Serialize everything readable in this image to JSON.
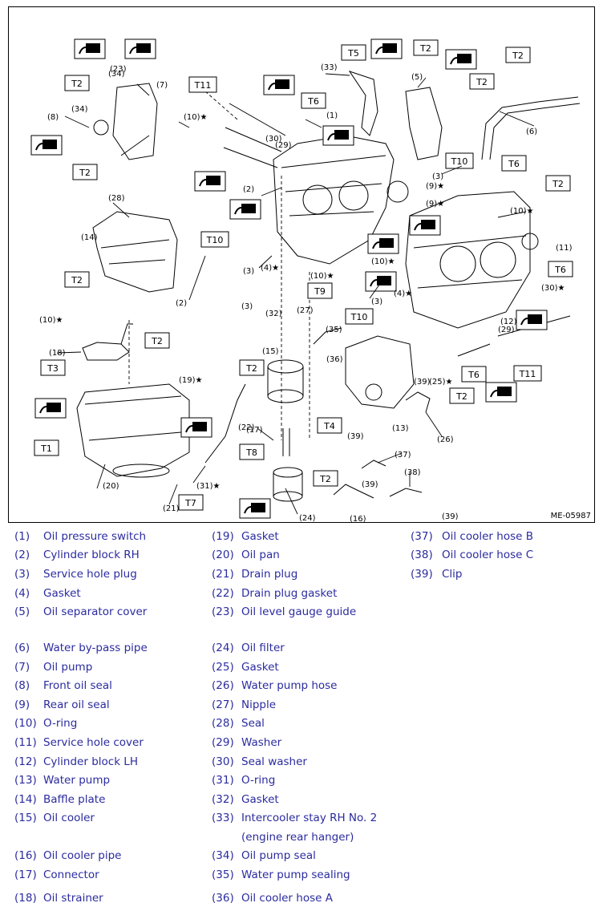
{
  "figure": {
    "code": "ME-05987",
    "boxes": [
      "T2",
      "T2",
      "T2",
      "T11",
      "T6",
      "T5",
      "T2",
      "T2",
      "T2",
      "T10",
      "T6",
      "T2",
      "T10",
      "T6",
      "T9",
      "T10",
      "T2",
      "T3",
      "T2",
      "T1",
      "T8",
      "T7",
      "T2",
      "T4",
      "T6",
      "T11",
      "T2"
    ],
    "callouts": [
      "(1)",
      "(2)",
      "(2)",
      "(3)",
      "(3)",
      "(3)",
      "(3)",
      "(4)★",
      "(4)★",
      "(5)",
      "(6)",
      "(7)",
      "(8)",
      "(9)★",
      "(9)★",
      "(10)★",
      "(10)★",
      "(10)★",
      "(10)★",
      "(10)★",
      "(11)",
      "(12)",
      "(13)",
      "(14)",
      "(15)",
      "(16)",
      "(17)",
      "(18)",
      "(19)★",
      "(20)",
      "(21)",
      "(22)",
      "(23)",
      "(24)",
      "(25)★",
      "(26)",
      "(27)",
      "(28)",
      "(29)",
      "(29)",
      "(30)",
      "(30)★",
      "(31)★",
      "(32)",
      "(33)",
      "(34)",
      "(34)",
      "(35)",
      "(36)",
      "(37)",
      "(38)",
      "(39)",
      "(39)",
      "(39)",
      "(39)"
    ]
  },
  "legend": {
    "col1": [
      {
        "num": "(1)",
        "text": "Oil pressure switch"
      },
      {
        "num": "(2)",
        "text": "Cylinder block RH"
      },
      {
        "num": "(3)",
        "text": "Service hole plug"
      },
      {
        "num": "(4)",
        "text": "Gasket"
      },
      {
        "num": "(5)",
        "text": "Oil separator cover"
      },
      {
        "num": "(6)",
        "text": "Water by-pass pipe"
      },
      {
        "num": "(7)",
        "text": "Oil pump"
      },
      {
        "num": "(8)",
        "text": "Front oil seal"
      },
      {
        "num": "(9)",
        "text": "Rear oil seal"
      },
      {
        "num": "(10)",
        "text": "O-ring"
      },
      {
        "num": "(11)",
        "text": "Service hole cover"
      },
      {
        "num": "(12)",
        "text": "Cylinder block LH"
      },
      {
        "num": "(13)",
        "text": "Water pump"
      },
      {
        "num": "(14)",
        "text": "Baffle plate"
      },
      {
        "num": "(15)",
        "text": "Oil cooler"
      },
      {
        "num": "(16)",
        "text": "Oil cooler pipe"
      },
      {
        "num": "(17)",
        "text": "Connector"
      },
      {
        "num": "(18)",
        "text": "Oil strainer"
      }
    ],
    "col2": [
      {
        "num": "(19)",
        "text": "Gasket"
      },
      {
        "num": "(20)",
        "text": "Oil pan"
      },
      {
        "num": "(21)",
        "text": "Drain plug"
      },
      {
        "num": "(22)",
        "text": "Drain plug gasket"
      },
      {
        "num": "(23)",
        "text": "Oil level gauge guide"
      },
      {
        "num": "(24)",
        "text": "Oil filter"
      },
      {
        "num": "(25)",
        "text": "Gasket"
      },
      {
        "num": "(26)",
        "text": "Water pump hose"
      },
      {
        "num": "(27)",
        "text": "Nipple"
      },
      {
        "num": "(28)",
        "text": "Seal"
      },
      {
        "num": "(29)",
        "text": "Washer"
      },
      {
        "num": "(30)",
        "text": "Seal washer"
      },
      {
        "num": "(31)",
        "text": "O-ring"
      },
      {
        "num": "(32)",
        "text": "Gasket"
      },
      {
        "num": "(33)",
        "text": "Intercooler stay RH No. 2"
      },
      {
        "num": "",
        "text": "(engine rear hanger)"
      },
      {
        "num": "(34)",
        "text": "Oil pump seal"
      },
      {
        "num": "(35)",
        "text": "Water pump sealing"
      },
      {
        "num": "(36)",
        "text": "Oil cooler hose A"
      }
    ],
    "col3": [
      {
        "num": "(37)",
        "text": "Oil cooler hose B"
      },
      {
        "num": "(38)",
        "text": "Oil cooler hose C"
      },
      {
        "num": "(39)",
        "text": "Clip"
      }
    ]
  }
}
